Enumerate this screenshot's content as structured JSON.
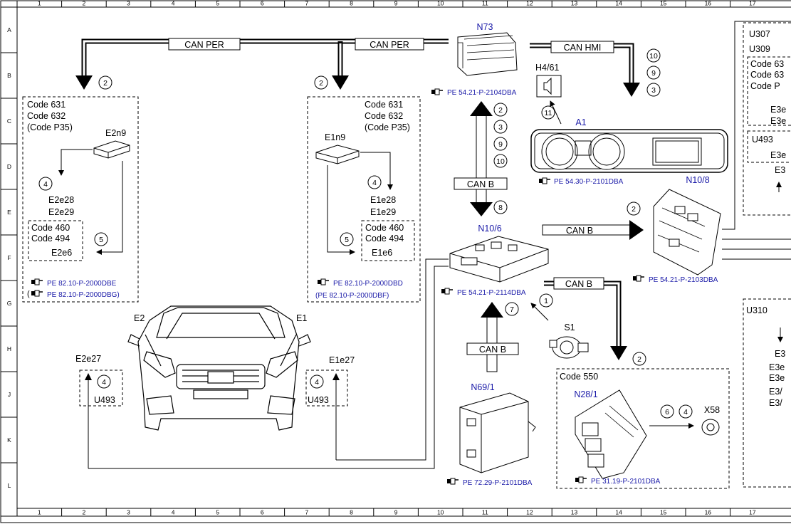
{
  "grid": {
    "columns": [
      "1",
      "2",
      "3",
      "4",
      "5",
      "6",
      "7",
      "8",
      "9",
      "10",
      "11",
      "12",
      "13",
      "14",
      "15",
      "16",
      "17"
    ],
    "rows": [
      "A",
      "B",
      "C",
      "D",
      "E",
      "F",
      "G",
      "H",
      "J",
      "K",
      "L"
    ]
  },
  "bus_labels": {
    "can_per_left": "CAN PER",
    "can_per_right": "CAN PER",
    "can_hmi": "CAN HMI",
    "can_b_center": "CAN B",
    "can_b_to_n10_8": "CAN B",
    "can_b_to_n28": "CAN B",
    "can_b_from_n69": "CAN B"
  },
  "components": {
    "n73": "N73",
    "h4_61": "H4/61",
    "a1": "A1",
    "n10_8": "N10/8",
    "n10_6": "N10/6",
    "s1": "S1",
    "n69_1": "N69/1",
    "n28_1": "N28/1",
    "x58": "X58",
    "e2n9": "E2n9",
    "e1n9": "E1n9",
    "e2": "E2",
    "e1": "E1",
    "e2e27": "E2e27",
    "e1e27": "E1e27",
    "u493_left": "U493",
    "u493_right": "U493",
    "u307": "U307",
    "u309": "U309",
    "u310": "U310",
    "u493_far": "U493"
  },
  "left_box": {
    "codes": [
      "Code 631",
      "Code 632",
      "(Code P35)"
    ],
    "lamps": [
      "E2e28",
      "E2e29"
    ],
    "inner_codes": [
      "Code 460",
      "Code 494"
    ],
    "inner_lamp": "E2e6",
    "ref1": "PE 82.10-P-2000DBE",
    "ref2_open": "(",
    "ref2": "PE 82.10-P-2000DBG)"
  },
  "right_box": {
    "codes": [
      "Code 631",
      "Code 632",
      "(Code P35)"
    ],
    "lamps": [
      "E1e28",
      "E1e29"
    ],
    "inner_codes": [
      "Code 460",
      "Code 494"
    ],
    "inner_lamp": "E1e6",
    "ref1": "PE 82.10-P-2000DBD",
    "ref2": "(PE 82.10-P-2000DBF)"
  },
  "code550": "Code 550",
  "far_right": {
    "u307_lines": [
      "Code 63",
      "Code 63",
      "Code P"
    ],
    "u307_lamps": [
      "E3e",
      "E3e"
    ],
    "u493_lamps": [
      "E3e",
      "E3"
    ],
    "u310_lines": [
      "E3",
      "E3e",
      "E3e",
      "E3/",
      "E3/"
    ]
  },
  "refs": {
    "n73": "PE 54.21-P-2104DBA",
    "a1": "PE 54.30-P-2101DBA",
    "n10_8": "PE 54.21-P-2103DBA",
    "n10_6": "PE 54.21-P-2114DBA",
    "n69_1": "PE 72.29-P-2101DBA",
    "n28_1": "PE 31.19-P-2101DBA"
  },
  "callouts": {
    "hmi_10": "10",
    "hmi_9": "9",
    "hmi_3": "3",
    "a1_11": "11",
    "canb_up_2": "2",
    "canb_up_3": "3",
    "canb_up_9": "9",
    "canb_up_10": "10",
    "canb_down_8": "8",
    "n10_8_2": "2",
    "left_2": "2",
    "right_2": "2",
    "left_4": "4",
    "right_4": "4",
    "left_5": "5",
    "right_5": "5",
    "s1_1": "1",
    "n69_7": "7",
    "n28_2": "2",
    "x58_6": "6",
    "x58_4": "4",
    "e2e27_4": "4",
    "e1e27_4": "4"
  },
  "colors": {
    "link_blue": "#1a1aa8",
    "line": "#000000",
    "background": "#ffffff"
  }
}
